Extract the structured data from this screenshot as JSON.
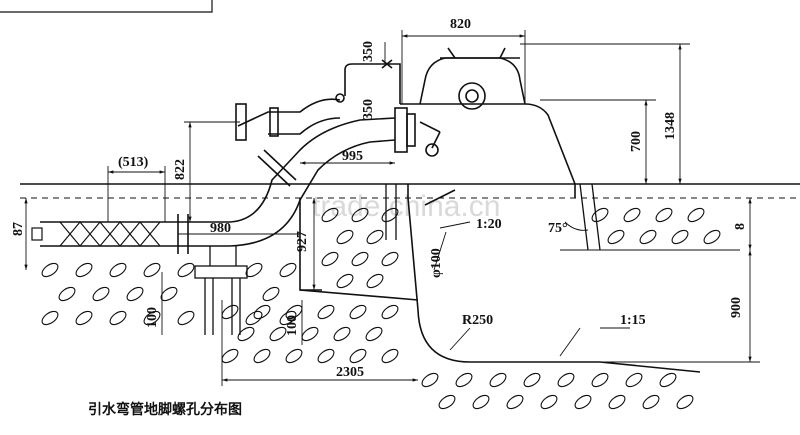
{
  "caption": "引水弯管地脚螺孔分布图",
  "watermark": "trade.china.cn",
  "dimensions": {
    "top_width": "820",
    "valve_height": "350",
    "elbow_height": "350",
    "left_span": "(513)",
    "pipe_rise": "822",
    "elbow_run": "995",
    "pipe_length": "980",
    "pipe_base": "927",
    "left_edge": "87",
    "right_edge": "8",
    "pump_base": "700",
    "total_height": "1348",
    "angle": "75°",
    "slope_top": "1:20",
    "hole_dia": "φ100",
    "pit_radius": "R250",
    "slope_bottom": "1:15",
    "pit_depth": "900",
    "bolt_gap_left": "100",
    "bolt_gap_right": "100",
    "bottom_length": "2305"
  }
}
